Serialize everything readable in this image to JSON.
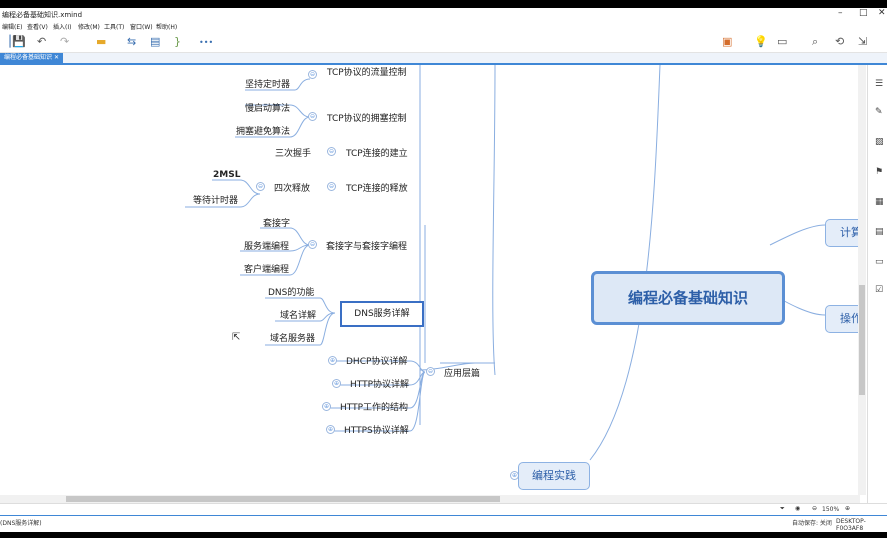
{
  "window": {
    "title": "编程必备基础知识.xmind",
    "min": "–",
    "max": "□",
    "close": "✕"
  },
  "menu": [
    "编辑(E)",
    "查看(V)",
    "插入(I)",
    "修改(M)",
    "工具(T)",
    "窗口(W)",
    "帮助(H)"
  ],
  "tab": {
    "label": "编程必备基础知识",
    "close": "✕"
  },
  "toolbar": {
    "more": "•••"
  },
  "central": "编程必备基础知识",
  "branches": {
    "compute": "计算",
    "os": "操作",
    "practice": "编程实践",
    "app_layer": "应用层篇"
  },
  "nodes": {
    "tcp_flow": "TCP协议的流量控制",
    "keepalive_timer": "坚持定时器",
    "slow_start": "慢启动算法",
    "congestion_avoid": "拥塞避免算法",
    "tcp_congestion": "TCP协议的拥塞控制",
    "three_handshake": "三次握手",
    "tcp_connect": "TCP连接的建立",
    "msl": "2MSL",
    "four_wave": "四次释放",
    "wait_timer": "等待计时器",
    "tcp_release": "TCP连接的释放",
    "socket": "套接字",
    "server_prog": "服务端编程",
    "client_prog": "客户端编程",
    "socket_prog": "套接字与套接字编程",
    "dns_func": "DNS的功能",
    "domain_detail": "域名详解",
    "domain_server": "域名服务器",
    "dns_detail": "DNS服务详解",
    "dhcp": "DHCP协议详解",
    "http": "HTTP协议详解",
    "http_struct": "HTTP工作的结构",
    "https": "HTTPS协议详解"
  },
  "status": {
    "left": "(DNS服务详解)",
    "zoom": "150%",
    "autosave": "自动保存: 关闭",
    "host": "DESKTOP-F0O3AF8"
  }
}
